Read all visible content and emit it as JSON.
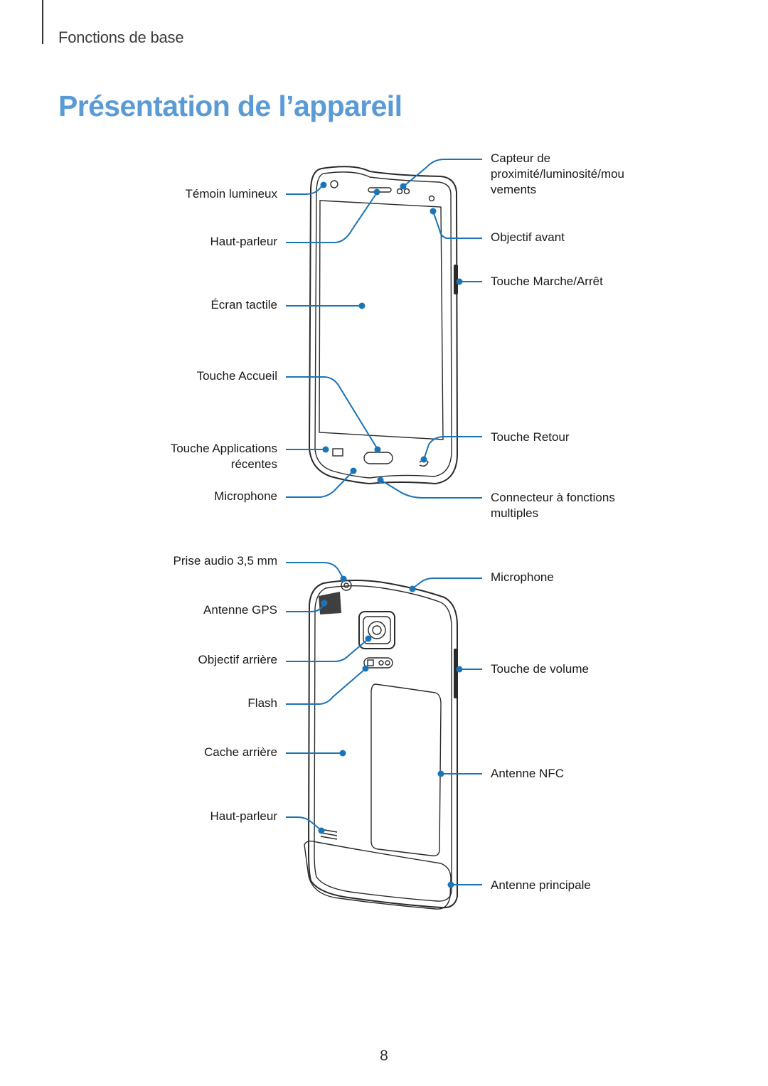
{
  "header": {
    "section": "Fonctions de base",
    "title": "Présentation de l’appareil"
  },
  "front_labels": {
    "indicator": "Témoin lumineux",
    "earpiece": "Haut-parleur",
    "touchscreen": "Écran tactile",
    "home_key": "Touche Accueil",
    "recent_apps_1": "Touche Applications",
    "recent_apps_2": "récentes",
    "microphone": "Microphone",
    "sensor_1": "Capteur de",
    "sensor_2": "proximité/luminosité/mou",
    "sensor_3": "vements",
    "front_camera": "Objectif avant",
    "power_key": "Touche Marche/Arrêt",
    "back_key": "Touche Retour",
    "connector_1": "Connecteur à fonctions",
    "connector_2": "multiples"
  },
  "back_labels": {
    "audio_jack": "Prise audio 3,5 mm",
    "gps_antenna": "Antenne GPS",
    "rear_camera": "Objectif arrière",
    "flash": "Flash",
    "back_cover": "Cache arrière",
    "speaker": "Haut-parleur",
    "microphone": "Microphone",
    "volume_key": "Touche de volume",
    "nfc_antenna": "Antenne NFC",
    "main_antenna": "Antenne principale"
  },
  "page_number": "8"
}
